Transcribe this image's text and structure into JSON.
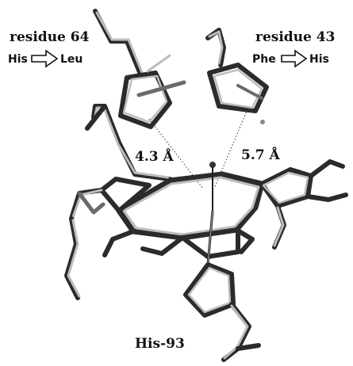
{
  "labels": {
    "residue_64": {
      "title": "residue 64",
      "from": "His",
      "to": "Leu"
    },
    "residue_43": {
      "title": "residue 43",
      "from": "Phe",
      "to": "His"
    },
    "distance_left": "4.3 Å",
    "distance_right": "5.7 Å",
    "proximal": "His-93"
  }
}
